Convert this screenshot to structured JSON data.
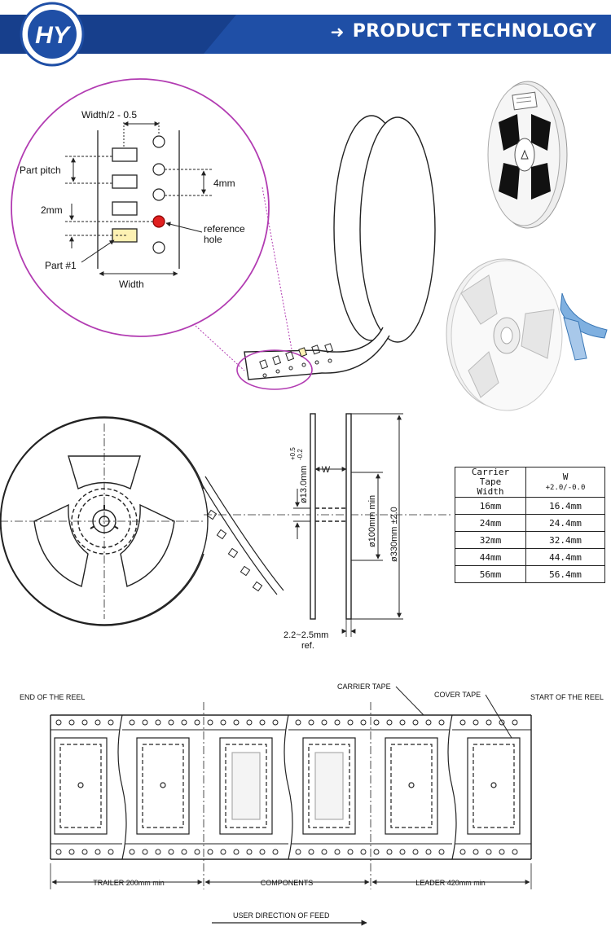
{
  "header": {
    "logo_text": "HY",
    "title": "PRODUCT TECHNOLOGY",
    "accent_color": "#1f4fa6",
    "arrow_icon": "arrow-right-icon"
  },
  "magnified_detail": {
    "width_half_label": "Width/2 - 0.5",
    "part_pitch_label": "Part pitch",
    "four_mm_label": "4mm",
    "two_mm_label": "2mm",
    "reference_label_line1": "reference",
    "reference_label_line2": "hole",
    "part_one_label": "Part #1",
    "width_label": "Width"
  },
  "reel_drawing": {
    "w_label": "W",
    "hub_dim_label": "ø13.0mm",
    "hub_tol_plus": "+0.5",
    "hub_tol_minus": "-0.2",
    "inner_dim_label": "ø100mm min",
    "outer_dim_label": "ø330mm ±2.0",
    "flange_label_line1": "2.2~2.5mm",
    "flange_label_line2": "ref."
  },
  "width_table": {
    "headers": [
      [
        "Carrier Tape",
        "Width"
      ],
      [
        "W",
        "+2.0/-0.0"
      ]
    ],
    "rows": [
      [
        "16mm",
        "16.4mm"
      ],
      [
        "24mm",
        "24.4mm"
      ],
      [
        "32mm",
        "32.4mm"
      ],
      [
        "44mm",
        "44.4mm"
      ],
      [
        "56mm",
        "56.4mm"
      ]
    ]
  },
  "tape_layout": {
    "end_label": "END OF THE REEL",
    "carrier_label": "CARRIER TAPE",
    "cover_label": "COVER TAPE",
    "start_label": "START OF THE REEL",
    "trailer_label": "TRAILER 200mm min",
    "components_label": "COMPONENTS",
    "leader_label": "LEADER 420mm min",
    "feed_label": "USER DIRECTION OF FEED"
  }
}
